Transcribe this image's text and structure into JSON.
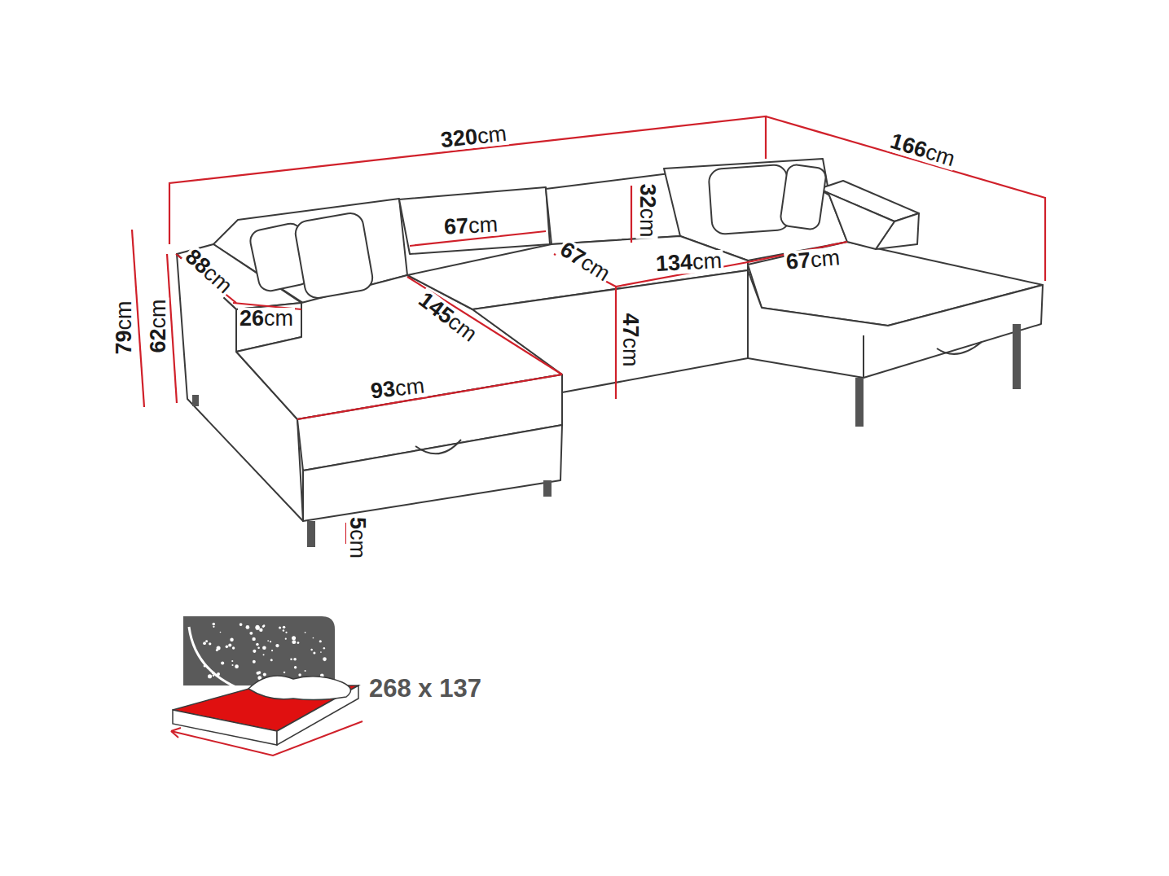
{
  "diagram": {
    "labels": [
      "320cm",
      "166cm",
      "79cm",
      "62cm",
      "88cm",
      "26cm",
      "67cm",
      "32cm",
      "67cm",
      "134cm",
      "67cm",
      "145cm",
      "47cm",
      "93cm",
      "5cm",
      "268 x 137"
    ]
  }
}
